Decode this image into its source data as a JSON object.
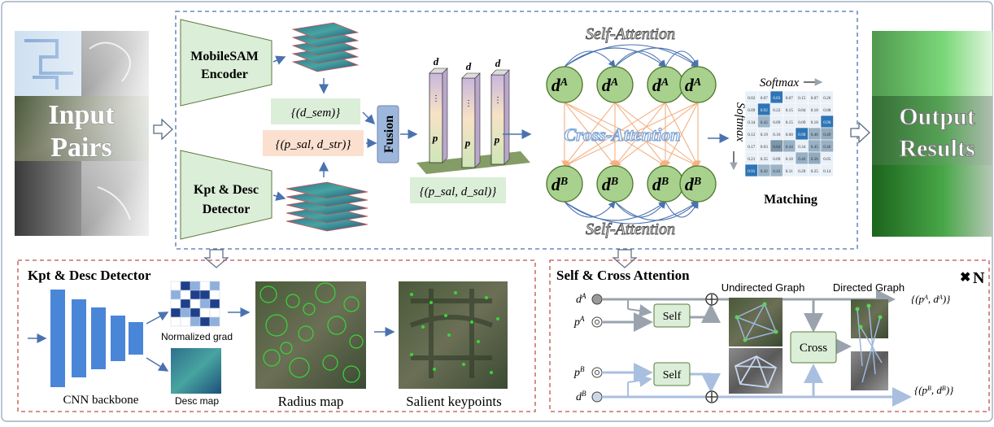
{
  "input_label_line1": "Input",
  "input_label_line2": "Pairs",
  "output_label_line1": "Output",
  "output_label_line2": "Results",
  "encoder_line1": "MobileSAM",
  "encoder_line2": "Encoder",
  "detector_line1": "Kpt & Desc",
  "detector_line2": "Detector",
  "sem_feature": "{(d_sem)}",
  "sal_str_feature": "{(p_sal, d_str)}",
  "fusion_label": "Fusion",
  "sal_feature": "{(p_sal, d_sal)}",
  "stack_d_label": "d",
  "stack_p_label": "p",
  "self_attention_top": "Self-Attention",
  "self_attention_bottom": "Self-Attention",
  "cross_attention": "Cross-Attention",
  "node_a": "d^A",
  "node_b": "d^B",
  "softmax_h": "Softmax",
  "softmax_v": "Softmax",
  "matching_label": "Matching",
  "matrix": [
    [
      "0.02",
      "0.07",
      "0.83",
      "0.07",
      "0.15",
      "0.07",
      "0.26"
    ],
    [
      "0.09",
      "0.92",
      "0.22",
      "0.15",
      "0.04",
      "0.18",
      "0.08"
    ],
    [
      "0.34",
      "0.42",
      "0.09",
      "0.15",
      "0.09",
      "0.18",
      "0.96"
    ],
    [
      "0.12",
      "0.19",
      "0.16",
      "0.08",
      "0.90",
      "0.46",
      "0.49"
    ],
    [
      "0.17",
      "0.03",
      "0.64",
      "0.44",
      "0.34",
      "0.45",
      "0.46"
    ],
    [
      "0.21",
      "0.35",
      "0.09",
      "0.18",
      "0.46",
      "0.50",
      "0.05"
    ],
    [
      "0.91",
      "0.42",
      "0.43",
      "0.31",
      "0.20",
      "0.25",
      "0.14"
    ]
  ],
  "detector_panel_title": "Kpt & Desc Detector",
  "cnn_label": "CNN backbone",
  "norm_grad_label": "Normalized grad",
  "desc_map_label": "Desc map",
  "radius_map_label": "Radius map",
  "salient_label": "Salient keypoints",
  "attention_panel_title": "Self & Cross Attention",
  "repeat_label": "N",
  "undirected_label": "Undirected Graph",
  "directed_label": "Directed Graph",
  "self_box": "Self",
  "cross_box": "Cross",
  "in_dA": "d^A",
  "in_pA": "p^A",
  "in_pB": "p^B",
  "in_dB": "d^B",
  "out_A": "{(p^A, d^A)}",
  "out_B": "{(p^B, d^B)}",
  "colors": {
    "green_box": "#dbeed8",
    "node_green": "#a9d18e",
    "orange": "#f4b183",
    "blue_arrow": "#4a72b0",
    "red_dash": "#c0504d",
    "fusion": "#9db6dc"
  }
}
